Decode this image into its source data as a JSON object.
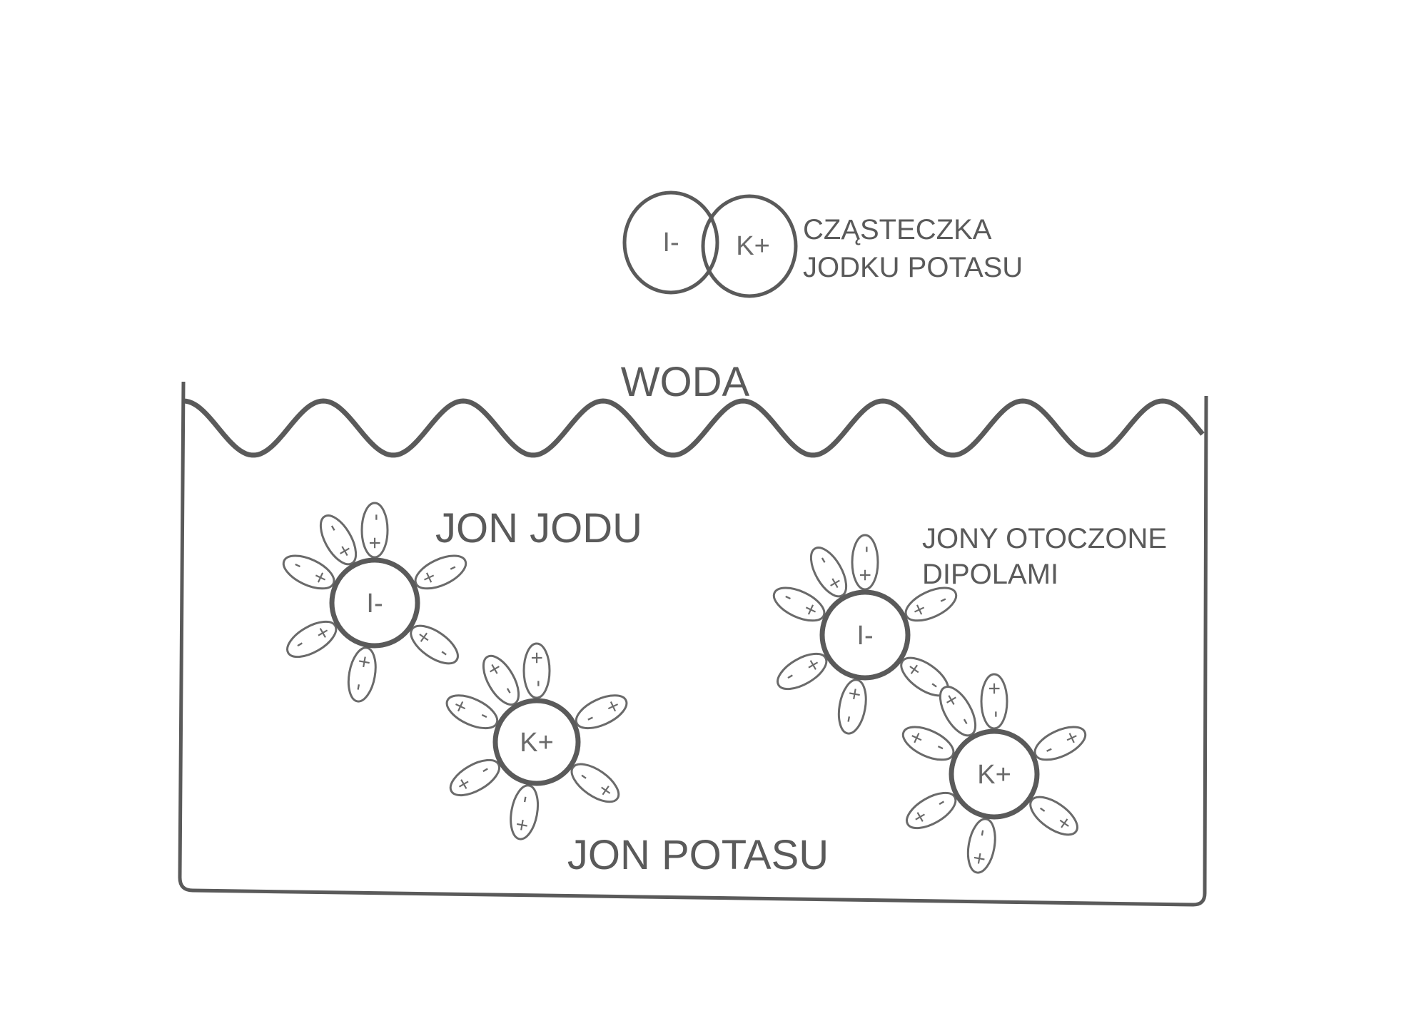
{
  "molecule": {
    "anion_label": "I-",
    "cation_label": "K+",
    "caption_line1": "CZĄSTECZKA",
    "caption_line2": "JODKU POTASU"
  },
  "labels": {
    "water": "WODA",
    "iodide_ion": "JON JODU",
    "potassium_ion": "JON POTASU",
    "surrounded_line1": "JONY OTOCZONE",
    "surrounded_line2": "DIPOLAMI"
  },
  "ions": [
    {
      "label": "I-",
      "type": "anion"
    },
    {
      "label": "K+",
      "type": "cation"
    },
    {
      "label": "I-",
      "type": "anion"
    },
    {
      "label": "K+",
      "type": "cation"
    }
  ],
  "dipole_signs": {
    "plus": "+",
    "minus": "-"
  },
  "colors": {
    "line": "#5a5a5a",
    "text": "#5a5a5a",
    "background": "#ffffff"
  }
}
